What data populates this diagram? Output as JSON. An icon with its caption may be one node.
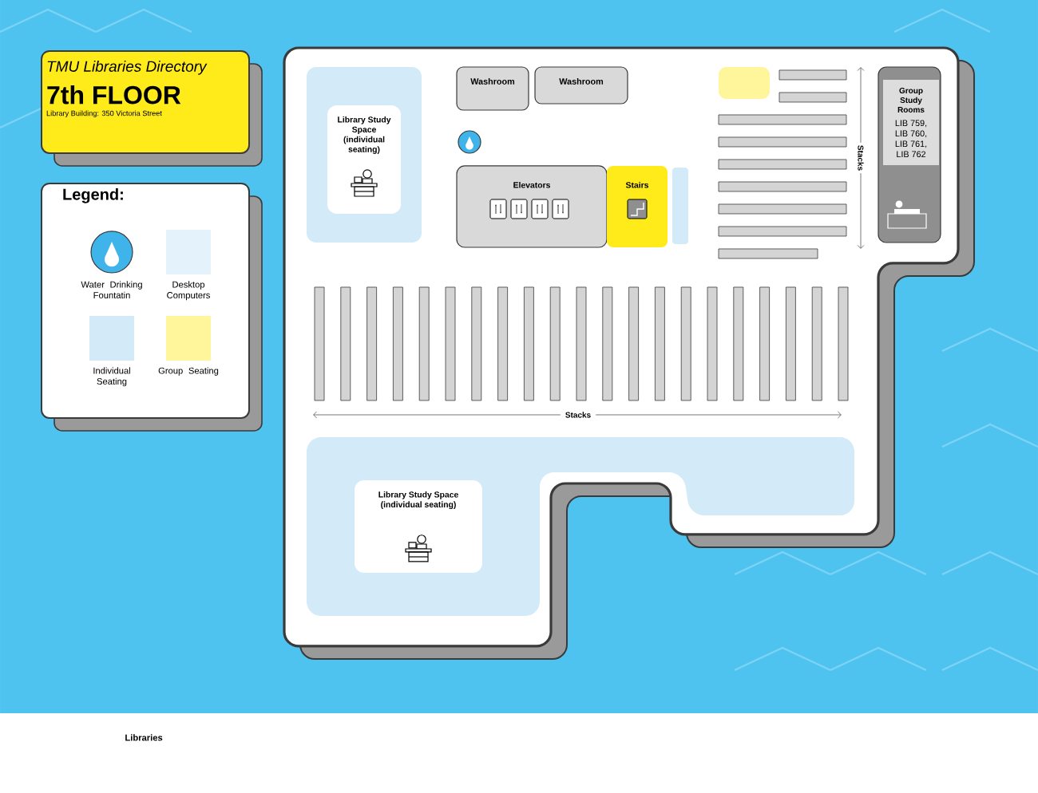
{
  "diagram": {
    "nodes": [
      {
        "text": [
          "TMU Libraries Directory",
          "7th FLOOR",
          "Library Building: 350 Victoria Street"
        ]
      },
      {
        "text": [
          "Legend:"
        ]
      },
      {
        "text": [
          "Library Study Space (individual seating)"
        ]
      },
      {
        "text": [
          "Washroom"
        ]
      },
      {
        "text": [
          "Washroom"
        ]
      },
      {
        "text": [
          "Elevators"
        ]
      },
      {
        "text": [
          "Stairs"
        ]
      },
      {
        "text": [
          "Group Study Rooms",
          "LIB 759, LIB 760, LIB 761, LIB 762"
        ]
      },
      {
        "text": [
          "Library Study Space (individual seating)"
        ]
      }
    ],
    "labels": [
      "Stacks",
      "Stacks",
      "Libraries"
    ],
    "legend": [
      {
        "text": "Water Drinking Fountatin"
      },
      {
        "text": "Desktop Computers"
      },
      {
        "text": "Individual Seating"
      },
      {
        "text": "Group Seating"
      }
    ]
  }
}
